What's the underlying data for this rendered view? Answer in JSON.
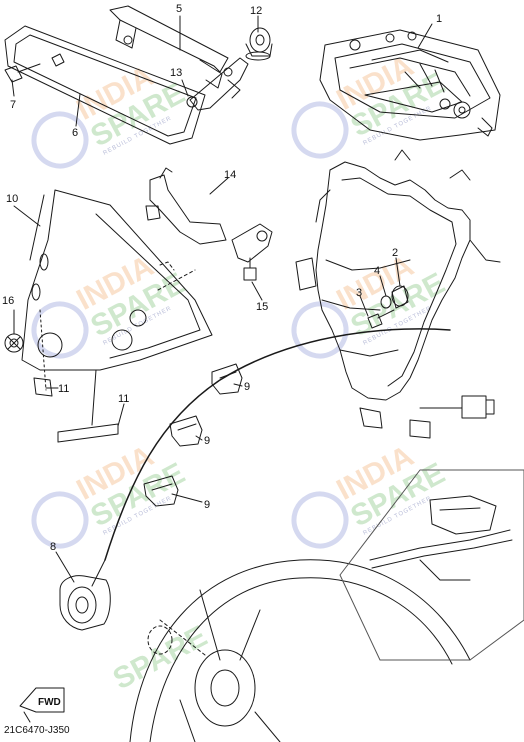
{
  "watermark": {
    "line1": "INDIA",
    "line2": "SPARE",
    "tagline": "REBUILD TOGETHER"
  },
  "callouts": [
    "1",
    "2",
    "3",
    "4",
    "5",
    "6",
    "7",
    "8",
    "9",
    "9",
    "9",
    "10",
    "11",
    "11",
    "12",
    "13",
    "14",
    "15",
    "16"
  ],
  "fwd_label": "FWD",
  "diagram_code": "21C6470-J350",
  "colors": {
    "line": "#1a1a1a",
    "watermark_orange": "#f6c9a2",
    "watermark_green": "#a9d7a6",
    "watermark_blue": "#b9bfe6"
  }
}
